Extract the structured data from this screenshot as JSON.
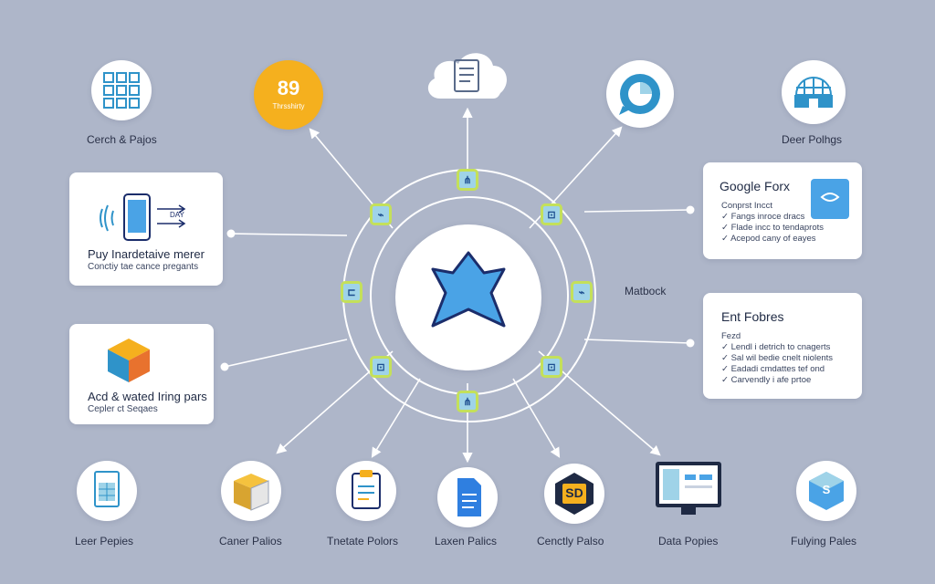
{
  "center": {
    "icon": "star-shape-icon"
  },
  "ring_nodes": [
    {
      "glyph": "⋔",
      "icon": "tag-icon"
    },
    {
      "glyph": "⌁",
      "icon": "tag-icon"
    },
    {
      "glyph": "⊡",
      "icon": "tag-icon"
    },
    {
      "glyph": "⊏",
      "icon": "tag-icon"
    },
    {
      "glyph": "⌁",
      "icon": "tag-icon"
    },
    {
      "glyph": "⊡",
      "icon": "tag-icon"
    },
    {
      "glyph": "⊡",
      "icon": "tag-icon"
    },
    {
      "glyph": "⋔",
      "icon": "tag-icon"
    }
  ],
  "top": {
    "grid_label": "Cerch & Pajos",
    "score_value": "89",
    "score_caption": "Thrsshirty",
    "cloud_icon": "cloud-document-icon",
    "chat_icon": "chat-chart-icon",
    "globe_label": "Deer Polhgs"
  },
  "right_label": "Matbock",
  "cards": {
    "phone": {
      "title": "Puy Inardetaive merer",
      "sub": "Conctiy tae cance pregants",
      "tag": "DAY"
    },
    "box": {
      "title": "Acd & wated Iring pars",
      "sub": "Cepler ct Seqaes"
    },
    "google": {
      "title": "Google Forx",
      "lines": [
        "Conprst Incct",
        "✓ Fangs inroce dracs",
        "✓ Flade incc to tendaprots",
        "✓ Acepod cany of eayes"
      ]
    },
    "ent": {
      "title": "Ent Fobres",
      "lines": [
        "Fezd",
        "✓ Lendl i detrich to cnagerts",
        "✓ Sal wil bedie cnelt niolents",
        "✓ Eadadi cmdattes tef ond",
        "✓ Carvendly i afe prtoe"
      ]
    }
  },
  "bottom": [
    {
      "label": "Leer Pepies",
      "icon": "spreadsheet-icon"
    },
    {
      "label": "Caner Palios",
      "icon": "box-icon"
    },
    {
      "label": "Tnetate Polors",
      "icon": "clipboard-icon"
    },
    {
      "label": "Laxen Palics",
      "icon": "document-icon"
    },
    {
      "label": "Cenctly Palso",
      "icon": "badge-icon",
      "badge_text": "SD"
    },
    {
      "label": "Data Popies",
      "icon": "monitor-icon"
    },
    {
      "label": "Fulying Pales",
      "icon": "cube-icon",
      "badge_text": "S"
    }
  ],
  "colors": {
    "background": "#aeb6c9",
    "star": "#4aa3e6",
    "score": "#f5b01e",
    "node_fill": "#9fd3e8",
    "node_border": "#c4e05a"
  }
}
